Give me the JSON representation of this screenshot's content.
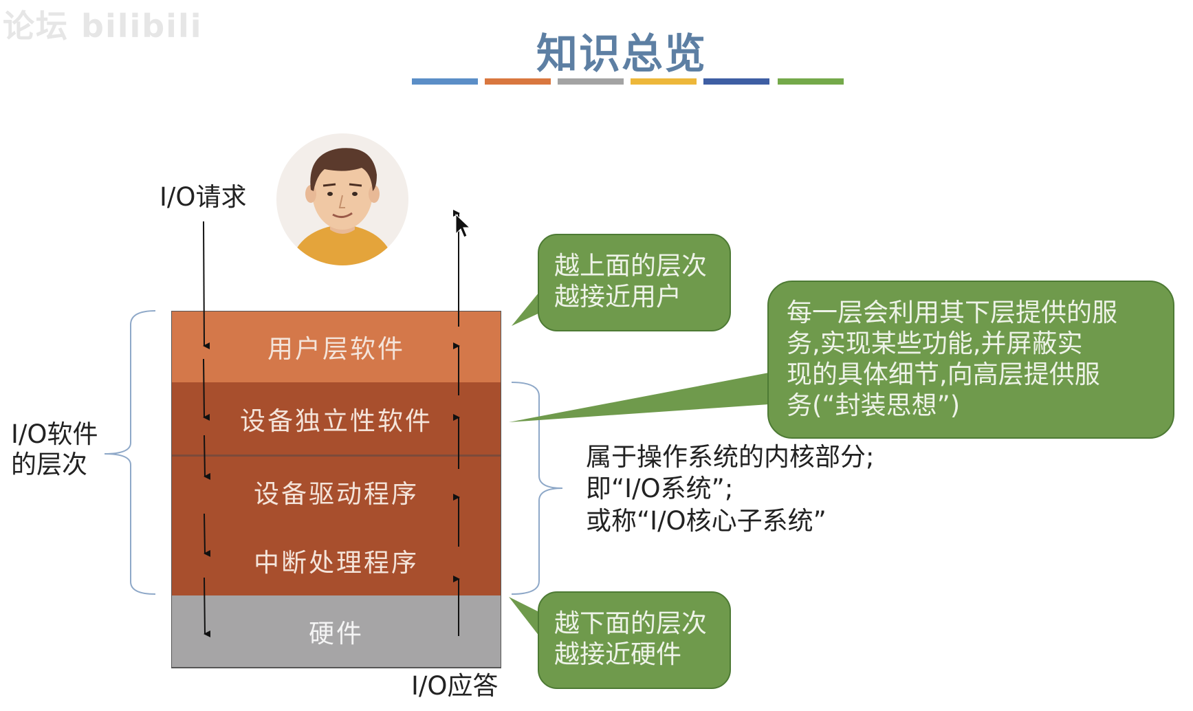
{
  "watermark": "论坛 bilibili",
  "title": "知识总览",
  "title_bar_colors": [
    "#5b8ec7",
    "#d9773f",
    "#a3a3a3",
    "#edb73a",
    "#3e5ea3",
    "#74a94a"
  ],
  "layers": [
    {
      "label": "用户层软件",
      "color": "#d4784a"
    },
    {
      "label": "设备独立性软件",
      "color": "#a84f2d"
    },
    {
      "label": "设备驱动程序",
      "color": "#a84f2d"
    },
    {
      "label": "中断处理程序",
      "color": "#a84f2d"
    },
    {
      "label": "硬件",
      "color": "#a6a5a6"
    }
  ],
  "labels": {
    "io_request": "I/O请求",
    "io_response": "I/O应答",
    "io_software_line1": "I/O软件",
    "io_software_line2": "的层次",
    "kernel_line1": "属于操作系统的内核部分;",
    "kernel_line2": "即“I/O系统”;",
    "kernel_line3": "或称“I/O核心子系统”"
  },
  "callouts": {
    "upper": [
      "越上面的层次",
      "越接近用户"
    ],
    "service": [
      "每一层会利用其下层提供的服",
      "务,实现某些功能,并屏蔽实",
      "现的具体细节,向高层提供服",
      "务(“封装思想”)"
    ],
    "lower": [
      "越下面的层次",
      "越接近硬件"
    ]
  },
  "icons": {
    "avatar": "user-avatar-icon",
    "cursor": "mouse-cursor-icon"
  }
}
